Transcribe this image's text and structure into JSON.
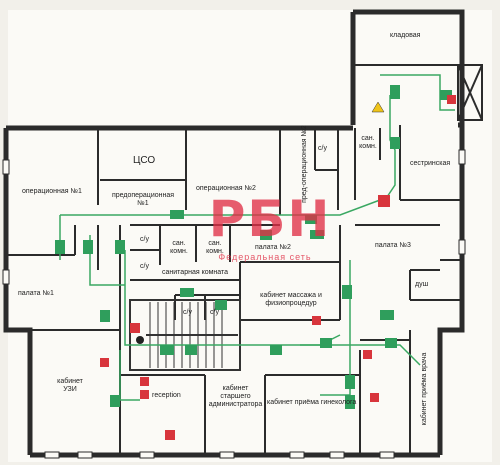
{
  "plan": {
    "watermark": "РБН",
    "watermark_subtitle": "Федеральная сеть",
    "rooms": {
      "storage": "кладовая",
      "cso": "ЦСО",
      "operating1": "операционная №1",
      "preop1": "предоперационная №1",
      "operating2": "операционная №2",
      "preop2": "пред-операционная №2",
      "wc1": "с/у",
      "san_room1": "сан. комн.",
      "nurse": "сестринская",
      "san_room2": "сан. комн.",
      "san_room3": "сан. комн.",
      "wc2": "с/у",
      "wc3": "с/у",
      "ward2": "палата №2",
      "sanitary": "санитарная комната",
      "ward3": "палата №3",
      "shower": "душ",
      "ward1": "палата №1",
      "wc4": "с/у",
      "wc5": "с/у",
      "massage": "кабинет массажа и физиопроцедур",
      "uzi": "кабинет УЗИ",
      "reception": "reception",
      "admin": "кабинет старшего администратора",
      "gyn": "кабинет приёма гинеколога",
      "doctor": "кабинет приёма врача"
    }
  }
}
